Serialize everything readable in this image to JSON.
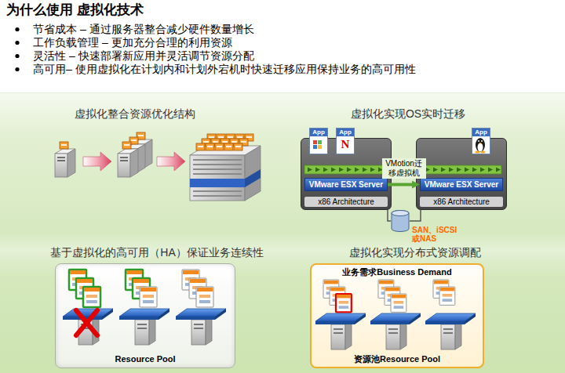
{
  "diagram": {
    "title": "为什么使用 虚拟化技术",
    "nodes": [
      {
        "text": [
          "x86 Architecture"
        ]
      },
      {
        "text": [
          "App"
        ],
        "in": 0
      },
      {
        "text": [
          "App",
          "N"
        ],
        "in": 0
      },
      {
        "text": [
          "VMware ESX Server"
        ],
        "in": 0
      },
      {
        "text": [
          "x86 Architecture"
        ]
      },
      {
        "text": [
          "App"
        ],
        "in": 4
      },
      {
        "text": [
          "VMware ESX Server"
        ],
        "in": 4
      },
      {
        "text": [
          "SAN、iSCSI 或NAS"
        ]
      },
      {
        "text": [
          "Resource Pool"
        ]
      },
      {
        "text": [
          "业务需求Business Demand",
          "资源池Resource Pool"
        ]
      }
    ],
    "edges": [
      {
        "from": 3,
        "to": 6,
        "label": "VMotion迁移虚拟机",
        "arrow": "to"
      },
      {
        "from": 0,
        "to": 7,
        "arrow": "none"
      },
      {
        "from": 4,
        "to": 7,
        "arrow": "none"
      }
    ],
    "labels": [
      "节省成本 – 通过服务器整合减少硬件数量增长",
      "工作负载管理 – 更加充分合理的利用资源",
      "灵活性 – 快速部署新应用并灵活调节资源分配",
      "高可用– 使用虚拟化在计划内和计划外宕机时快速迁移应用保持业务的高可用性",
      "虚拟化整合资源优化结构",
      "虚拟化实现OS实时迁移",
      "基于虚拟化的高可用（HA）保证业务连续性",
      "虚拟化实现分布式资源调配"
    ]
  }
}
